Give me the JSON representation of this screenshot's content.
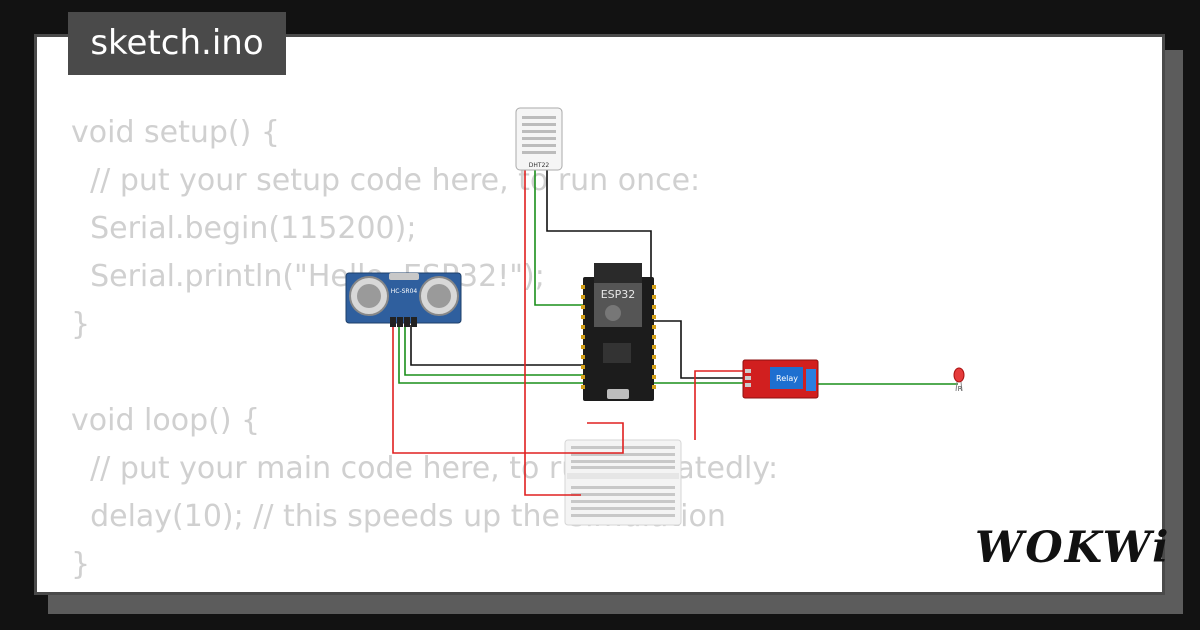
{
  "sketch": {
    "filename": "sketch.ino"
  },
  "code": {
    "lines": [
      "void setup() {",
      "  // put your setup code here, to run once:",
      "  Serial.begin(115200);",
      "  Serial.println(\"Hello, ESP32!\");",
      "}",
      "",
      "void loop() {",
      "  // put your main code here, to run repeatedly:",
      "  delay(10); // this speeds up the simulation",
      "}"
    ]
  },
  "brand": {
    "logo_text": "WOKWi"
  },
  "components": {
    "dht22_label": "DHT22",
    "ultrasonic_label": "HC-SR04",
    "esp32_label": "ESP32",
    "relay_label": "Relay",
    "led_label": "R"
  },
  "colors": {
    "background": "#121212",
    "card": "#ffffff",
    "tab": "#4a4a4a",
    "code_text": "#d0d0d0",
    "wire_red": "#e02020",
    "wire_green": "#1a8f1a",
    "wire_black": "#111111"
  }
}
